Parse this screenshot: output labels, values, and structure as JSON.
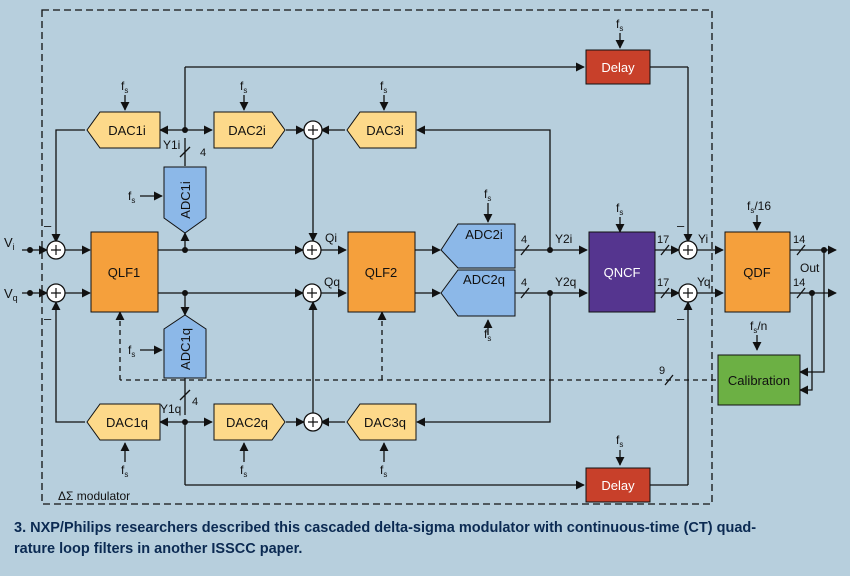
{
  "diagram": {
    "module_label": "ΔΣ modulator",
    "fs": "f",
    "fs_sub": "s",
    "fs_16": "/16",
    "fs_n": "/n",
    "blocks": {
      "qlf1": "QLF1",
      "qlf2": "QLF2",
      "qncf": "QNCF",
      "qdf": "QDF",
      "calibration": "Calibration",
      "delay_top": "Delay",
      "delay_bottom": "Delay",
      "dac1i": "DAC1i",
      "dac2i": "DAC2i",
      "dac3i": "DAC3i",
      "dac1q": "DAC1q",
      "dac2q": "DAC2q",
      "dac3q": "DAC3q",
      "adc1i": "ADC1i",
      "adc1q": "ADC1q",
      "adc2i": "ADC2i",
      "adc2q": "ADC2q"
    },
    "signals": {
      "vi": "V",
      "vi_sub": "i",
      "vq": "V",
      "vq_sub": "q",
      "qi": "Qi",
      "qq": "Qq",
      "y1i": "Y1i",
      "y1q": "Y1q",
      "y2i": "Y2i",
      "y2q": "Y2q",
      "yi": "Yi",
      "yq": "Yq",
      "out": "Out"
    },
    "bus_widths": {
      "adc1i_bus": "4",
      "adc1q_bus": "4",
      "adc2i_bus": "4",
      "adc2q_bus": "4",
      "yi_bus": "17",
      "yq_bus": "17",
      "out_i_bus": "14",
      "out_q_bus": "14",
      "cal_bus": "9"
    },
    "signs": {
      "minus": "–"
    }
  },
  "caption": {
    "line1": "3. NXP/Philips researchers described this cascaded delta-sigma modulator with continuous-time (CT) quad-",
    "line2": "rature loop filters in another ISSCC paper."
  },
  "colors": {
    "background": "#b7cfdd",
    "qlf_orange": "#f5a03c",
    "dac_yellow": "#fdd98a",
    "adc_blue": "#8cb8e8",
    "qncf_purple": "#55358f",
    "delay_red": "#c8402a",
    "calibration_green": "#6cb044",
    "caption_blue": "#0b2a52"
  }
}
